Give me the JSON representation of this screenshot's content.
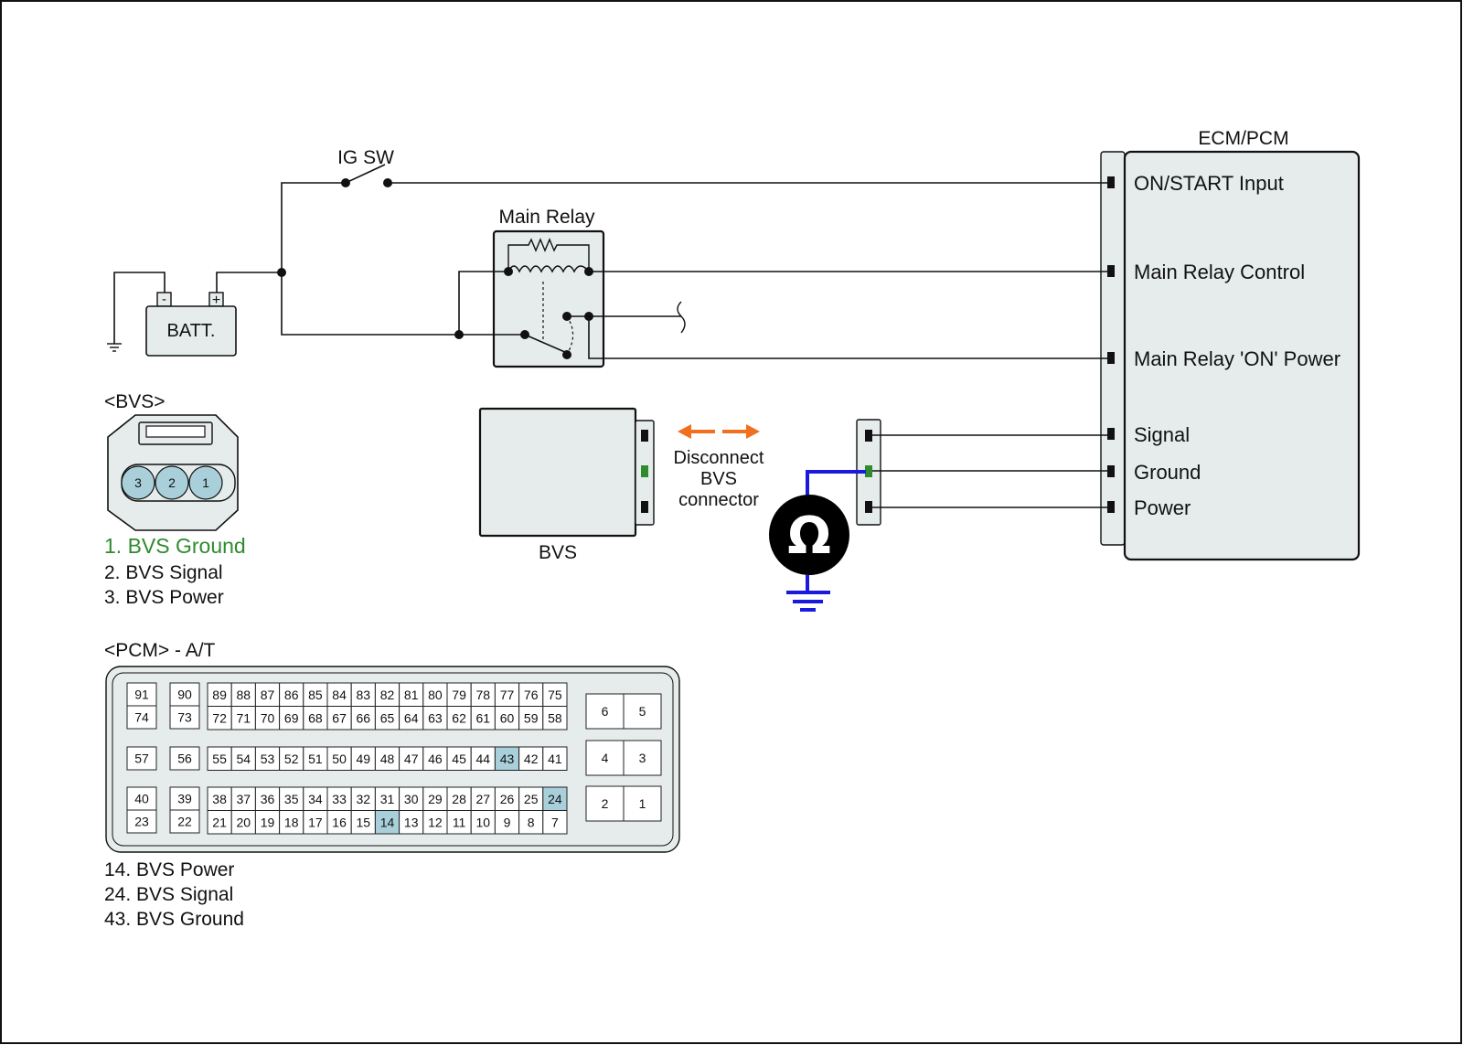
{
  "ig_sw_label": "IG SW",
  "main_relay_label": "Main Relay",
  "battery": {
    "label": "BATT.",
    "minus": "-",
    "plus": "+"
  },
  "ecm": {
    "title": "ECM/PCM",
    "pins": [
      "ON/START Input",
      "Main Relay Control",
      "Main Relay 'ON' Power",
      "Signal",
      "Ground",
      "Power"
    ]
  },
  "bvs_module_label": "BVS",
  "disconnect_note": [
    "Disconnect",
    "BVS",
    "connector"
  ],
  "ohm_symbol": "Ω",
  "bvs_connector": {
    "title": "<BVS>",
    "pins": [
      "3",
      "2",
      "1"
    ],
    "legend": [
      {
        "text": "1. BVS Ground",
        "color": "#2e8b2e"
      },
      {
        "text": "2. BVS Signal",
        "color": "#111111"
      },
      {
        "text": "3. BVS Power",
        "color": "#111111"
      }
    ]
  },
  "pcm_connector": {
    "title": "<PCM> - A/T",
    "left_pairs": [
      [
        "91",
        "74"
      ],
      [
        "90",
        "73"
      ],
      [
        "57",
        ""
      ],
      [
        "56",
        ""
      ],
      [
        "40",
        "23"
      ],
      [
        "39",
        "22"
      ]
    ],
    "row1": [
      "89",
      "88",
      "87",
      "86",
      "85",
      "84",
      "83",
      "82",
      "81",
      "80",
      "79",
      "78",
      "77",
      "76",
      "75"
    ],
    "row2": [
      "72",
      "71",
      "70",
      "69",
      "68",
      "67",
      "66",
      "65",
      "64",
      "63",
      "62",
      "61",
      "60",
      "59",
      "58"
    ],
    "row3": [
      "55",
      "54",
      "53",
      "52",
      "51",
      "50",
      "49",
      "48",
      "47",
      "46",
      "45",
      "44",
      "43",
      "42",
      "41"
    ],
    "row4": [
      "38",
      "37",
      "36",
      "35",
      "34",
      "33",
      "32",
      "31",
      "30",
      "29",
      "28",
      "27",
      "26",
      "25",
      "24"
    ],
    "row5": [
      "21",
      "20",
      "19",
      "18",
      "17",
      "16",
      "15",
      "14",
      "13",
      "12",
      "11",
      "10",
      "9",
      "8",
      "7"
    ],
    "right": [
      [
        "6",
        "5"
      ],
      [
        "4",
        "3"
      ],
      [
        "2",
        "1"
      ]
    ],
    "highlighted": [
      "14",
      "24",
      "43"
    ],
    "legend": [
      "14. BVS Power",
      "24. BVS Signal",
      "43. BVS Ground"
    ]
  },
  "colors": {
    "ground_highlight": "#2e8b2e",
    "meter_lead": "#1a1adf",
    "arrow": "#f07020",
    "pin_highlight": "#a9d0da"
  }
}
